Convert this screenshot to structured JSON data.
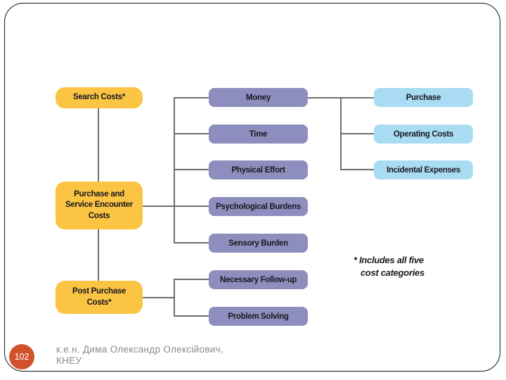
{
  "slide": {
    "page_number": "102",
    "footer": {
      "line1": "к.е.н. Дима Олександр Олексійович,",
      "line2": "КНЕУ"
    },
    "annotation": {
      "line1": "* Includes all five",
      "line2": "cost categories"
    }
  },
  "diagram": {
    "cost_groups": [
      {
        "label": "Search Costs*"
      },
      {
        "label": "Purchase and Service Encounter Costs"
      },
      {
        "label": "Post Purchase Costs*"
      }
    ],
    "cost_types": [
      {
        "label": "Money"
      },
      {
        "label": "Time"
      },
      {
        "label": "Physical Effort"
      },
      {
        "label": "Psychological Burdens"
      },
      {
        "label": "Sensory Burden"
      },
      {
        "label": "Necessary Follow-up"
      },
      {
        "label": "Problem Solving"
      }
    ],
    "money_subtypes": [
      {
        "label": "Purchase"
      },
      {
        "label": "Operating Costs"
      },
      {
        "label": "Incidental Expenses"
      }
    ]
  },
  "colors": {
    "group_box": "#FBC443",
    "type_box": "#8E8EBE",
    "subtype_box": "#A9DCF3",
    "connector": "#6E6E6E",
    "page_badge": "#D1512D",
    "footer_text": "#8a8a8a"
  }
}
